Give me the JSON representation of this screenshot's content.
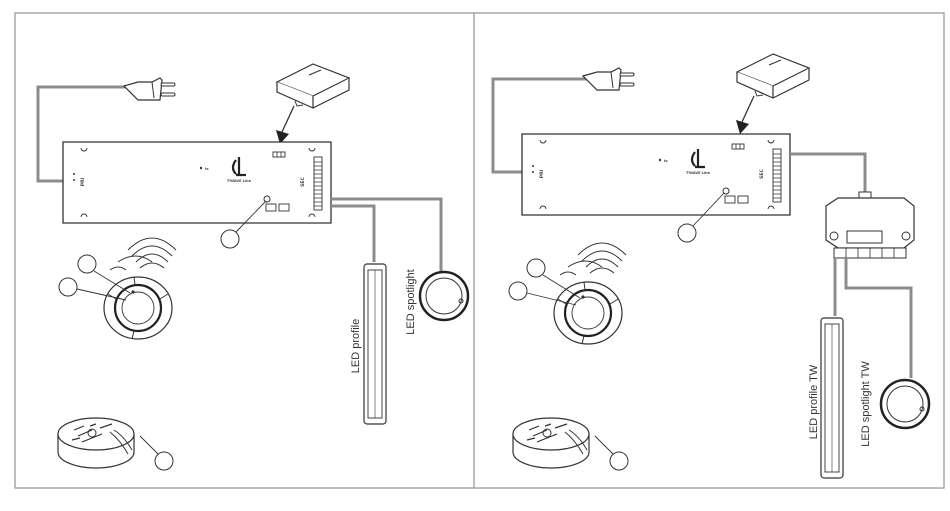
{
  "left_panel": {
    "driver": {
      "pri_label": "PRI",
      "sec_label": "SEC",
      "brand_label": "T-WAVE Line",
      "tc_label": "tc"
    },
    "outputs": {
      "profile_label": "LED profile",
      "spotlight_label": "LED spotlight"
    }
  },
  "right_panel": {
    "driver": {
      "pri_label": "PRI",
      "sec_label": "SEC",
      "brand_label": "T-WAVE Line",
      "tc_label": "tc"
    },
    "outputs": {
      "profile_label": "LED profile TW",
      "spotlight_label": "LED spotlight TW"
    }
  },
  "colors": {
    "frame": "#9a9a9a",
    "cable": "#8c8c8c",
    "line": "#333333",
    "fill": "#ffffff"
  },
  "icons": [
    "plug-icon",
    "dimmer-module-icon",
    "arrow-down-icon",
    "wireless-signal-icon",
    "remote-control-icon",
    "battery-icon",
    "callout-circle-icon",
    "splitter-icon",
    "spotlight-icon",
    "led-profile-icon"
  ]
}
